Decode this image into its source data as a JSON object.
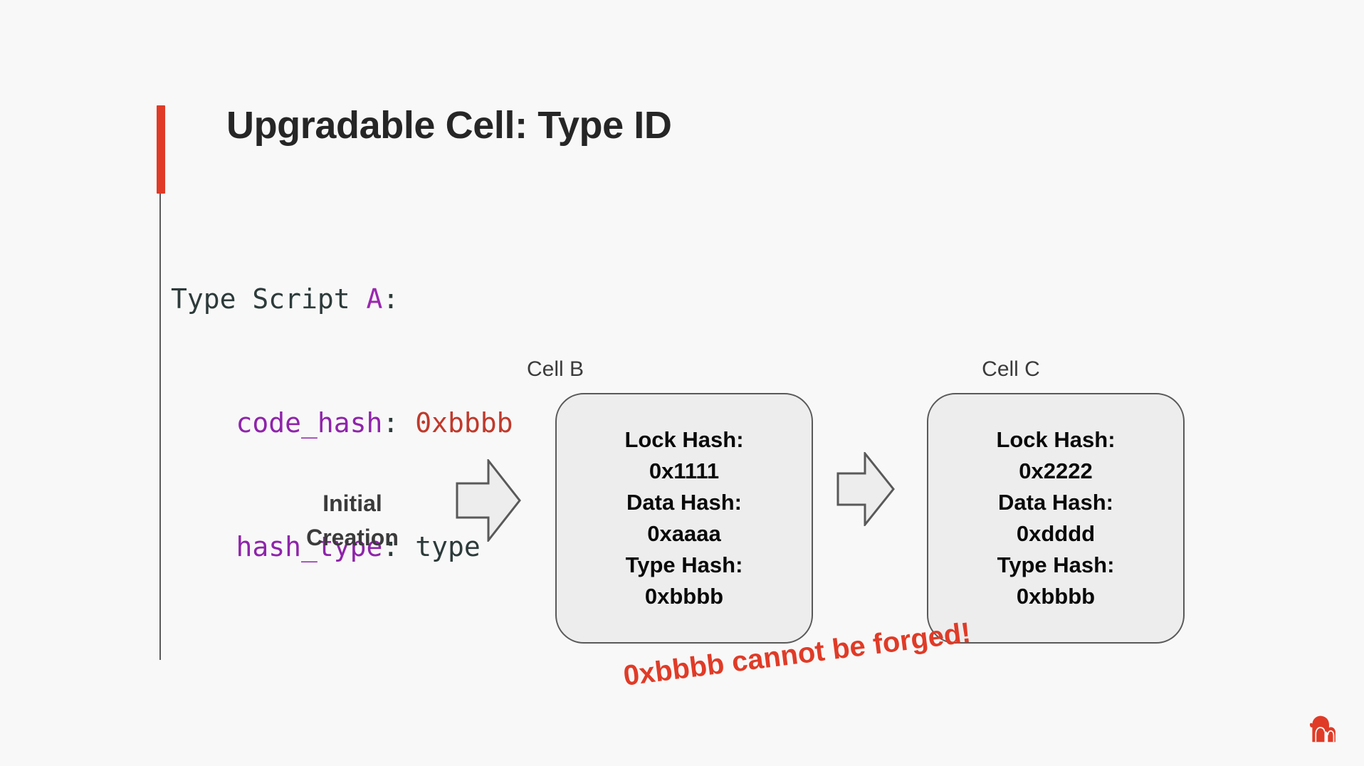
{
  "slide": {
    "title": "Upgradable Cell: Type ID",
    "background_color": "#f8f8f8",
    "accent_color": "#e03b27"
  },
  "code": {
    "line1": {
      "text": "Type Script A:",
      "tokens": [
        {
          "text": "Type Script ",
          "kind": "plain"
        },
        {
          "text": "A",
          "kind": "key"
        },
        {
          "text": ":",
          "kind": "punct"
        }
      ]
    },
    "line2": {
      "text": "    code_hash: 0xbbbb",
      "indent": "    ",
      "field": "code_hash",
      "colon": ": ",
      "value": "0xbbbb"
    },
    "line3": {
      "text": "    hash_type: type",
      "indent": "    ",
      "field": "hash_type",
      "colon": ": ",
      "value": "type"
    }
  },
  "diagram": {
    "initial_creation": {
      "line1": "Initial",
      "line2": "Creation"
    },
    "arrow_1_name": "arrow-initial-to-cell-b",
    "arrow_2_name": "arrow-cell-b-to-cell-c",
    "cells": [
      {
        "label": "Cell B",
        "lines": [
          "Lock Hash:",
          "0x1111",
          "Data Hash:",
          "0xaaaa",
          "Type Hash:",
          "0xbbbb"
        ],
        "lock_hash_label": "Lock Hash:",
        "lock_hash_value": "0x1111",
        "data_hash_label": "Data Hash:",
        "data_hash_value": "0xaaaa",
        "type_hash_label": "Type Hash:",
        "type_hash_value": "0xbbbb"
      },
      {
        "label": "Cell C",
        "lines": [
          "Lock Hash:",
          "0x2222",
          "Data Hash:",
          "0xdddd",
          "Type Hash:",
          "0xbbbb"
        ],
        "lock_hash_label": "Lock Hash:",
        "lock_hash_value": "0x2222",
        "data_hash_label": "Data Hash:",
        "data_hash_value": "0xdddd",
        "type_hash_label": "Type Hash:",
        "type_hash_value": "0xbbbb"
      }
    ],
    "annotation": "0xbbbb cannot be forged!"
  },
  "branding": {
    "logo_name": "gorilla-logo",
    "logo_color": "#e03b27"
  }
}
